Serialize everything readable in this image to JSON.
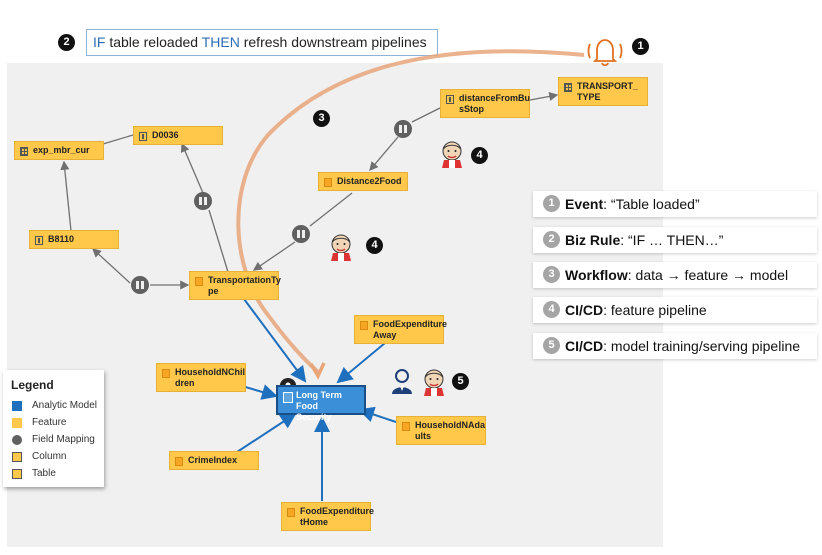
{
  "rule": {
    "if_kw": "IF",
    "middle": " table reloaded ",
    "then_kw": "THEN",
    "rest": " refresh downstream pipelines",
    "number": "2"
  },
  "markers": {
    "event": "1",
    "workflow": "3",
    "ci_feature_a": "4",
    "ci_feature_b": "4",
    "ci_model": "5"
  },
  "nodes": {
    "d0036": "D0036",
    "exp_mbr_cur": "exp_mbr_cur",
    "b8110": "B8110",
    "distance_bus_a": "distanceFromBu",
    "distance_bus_b": "sStop",
    "transport_type_a": "TRANSPORT_",
    "transport_type_b": "TYPE",
    "distance2food": "Distance2Food",
    "transportation_type_a": "TransportationTy",
    "transportation_type_b": "pe",
    "food_exp_away_a": "FoodExpenditure",
    "food_exp_away_b": "Away",
    "household_children_a": "HouseholdNChil",
    "household_children_b": "dren",
    "long_term_a": "Long Term Food",
    "long_term_b": "Security",
    "household_adults_a": "HouseholdNAda",
    "household_adults_b": "ults",
    "crime_index": "CrimeIndex",
    "food_exp_home_a": "FoodExpenditure",
    "food_exp_home_b": "tHome"
  },
  "legend": {
    "title": "Legend",
    "items": [
      "Analytic Model",
      "Feature",
      "Field Mapping",
      "Column",
      "Table"
    ]
  },
  "side_items": [
    {
      "num": "1",
      "bold": "Event",
      "text": ": “Table loaded”"
    },
    {
      "num": "2",
      "bold": "Biz Rule",
      "text": ": “IF … THEN…”"
    },
    {
      "num": "3",
      "bold": "Workflow",
      "text": ": data → feature → model"
    },
    {
      "num": "4",
      "bold": "CI/CD",
      "text": ": feature pipeline"
    },
    {
      "num": "5",
      "bold": "CI/CD",
      "text": ": model training/serving pipeline"
    }
  ],
  "colors": {
    "feature": "#ffc84a",
    "model": "#3a8fd8",
    "edge_blue": "#1f6fbf",
    "edge_gray": "#707070",
    "workflow_arrow": "#e8a57a"
  }
}
